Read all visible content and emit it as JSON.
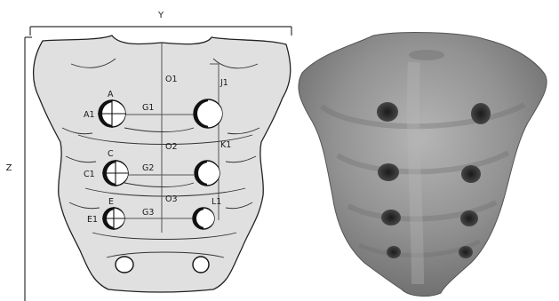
{
  "diagram": {
    "dimension_labels": {
      "width": "Y",
      "height": "Z"
    },
    "point_labels": {
      "A": "A",
      "A1": "A1",
      "C": "C",
      "C1": "C1",
      "E": "E",
      "E1": "E1",
      "J1": "J1",
      "K1": "K1",
      "L1": "L1"
    },
    "segment_labels": {
      "O1": "O1",
      "O2": "O2",
      "O3": "O3",
      "G1": "G1",
      "G2": "G2",
      "G3": "G3"
    },
    "colors": {
      "bone_fill": "#e0e0e0",
      "outline": "#222222",
      "foramen_fill": "#ffffff",
      "photo_bone": "#8a8a8a"
    }
  }
}
